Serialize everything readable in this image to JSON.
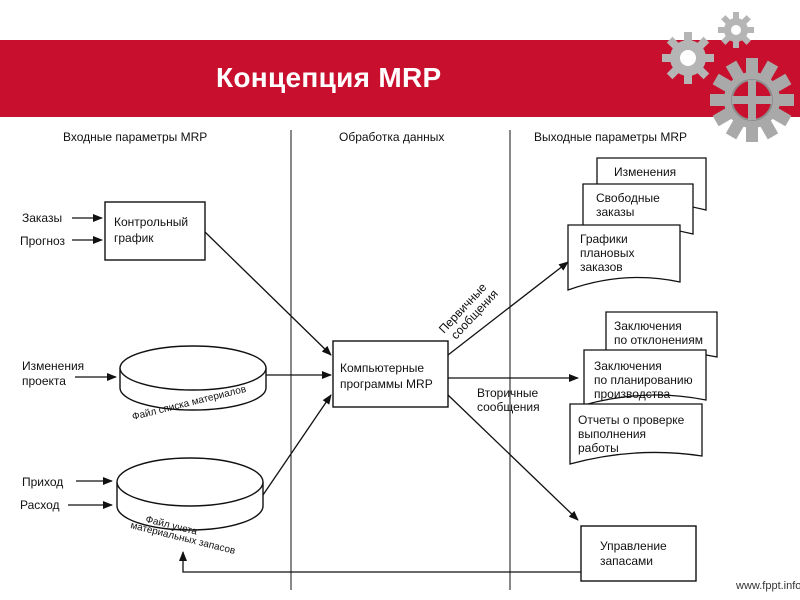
{
  "title": "Концепция MRP",
  "footer": {
    "url": "www.fppt.info"
  },
  "columns": {
    "input": "Входные параметры MRP",
    "processing": "Обработка данных",
    "output": "Выходные параметры MRP"
  },
  "inputs": {
    "orders": "Заказы",
    "forecast": "Прогноз",
    "project_changes": [
      "Изменения",
      "проекта"
    ],
    "receipt": "Приход",
    "issue": "Расход"
  },
  "boxes": {
    "control_schedule": [
      "Контрольный",
      "график"
    ],
    "mrp_programs": [
      "Компьютерные",
      "программы MRP"
    ],
    "inventory_management": [
      "Управление",
      "запасами"
    ]
  },
  "files": {
    "bill_of_materials": "Файл списка материалов",
    "inventory_file": [
      "Файл учета",
      "материальных запасов"
    ]
  },
  "messages": {
    "primary": [
      "Первичные",
      "сообщения"
    ],
    "secondary": [
      "Вторичные",
      "сообщения"
    ]
  },
  "outputs": {
    "changes": "Изменения",
    "free_orders": [
      "Свободные",
      "заказы"
    ],
    "planned_orders": [
      "Графики",
      "плановых",
      "заказов"
    ],
    "deviation_reports": [
      "Заключения",
      "по отклонениям"
    ],
    "planning_reports": [
      "Заключения",
      "по планированию",
      "производства"
    ],
    "execution_reports": [
      "Отчеты о проверке",
      "выполнения",
      "работы"
    ]
  }
}
